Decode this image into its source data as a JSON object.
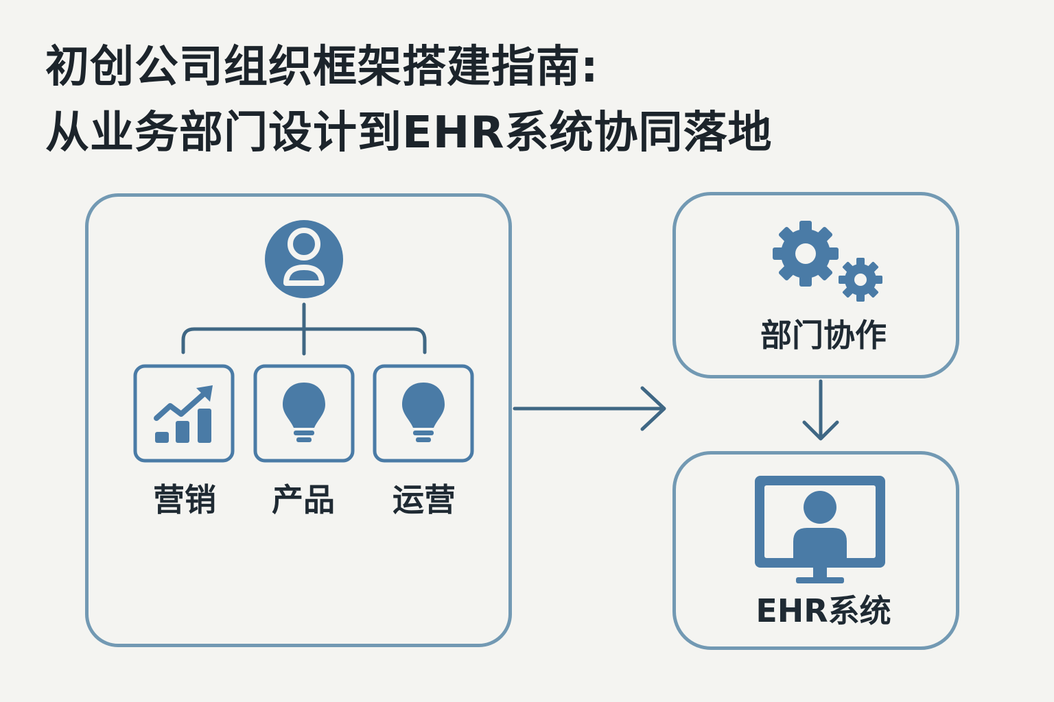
{
  "title": {
    "line1": "初创公司组织框架搭建指南:",
    "line2": "从业务部门设计到EHR系统协同落地"
  },
  "org_chart": {
    "root_icon": "person-icon",
    "departments": [
      {
        "label": "营销",
        "icon": "growth-chart-icon"
      },
      {
        "label": "产品",
        "icon": "lightbulb-icon"
      },
      {
        "label": "运营",
        "icon": "lightbulb-icon"
      }
    ]
  },
  "collaboration": {
    "label": "部门协作",
    "icon": "gears-icon"
  },
  "ehr": {
    "label": "EHR系统",
    "icon": "monitor-user-icon"
  },
  "colors": {
    "accent": "#4a7ba6",
    "panel_border": "#7299b3",
    "connector": "#3f6784",
    "text": "#1f2a33",
    "background": "#f4f4f1"
  }
}
